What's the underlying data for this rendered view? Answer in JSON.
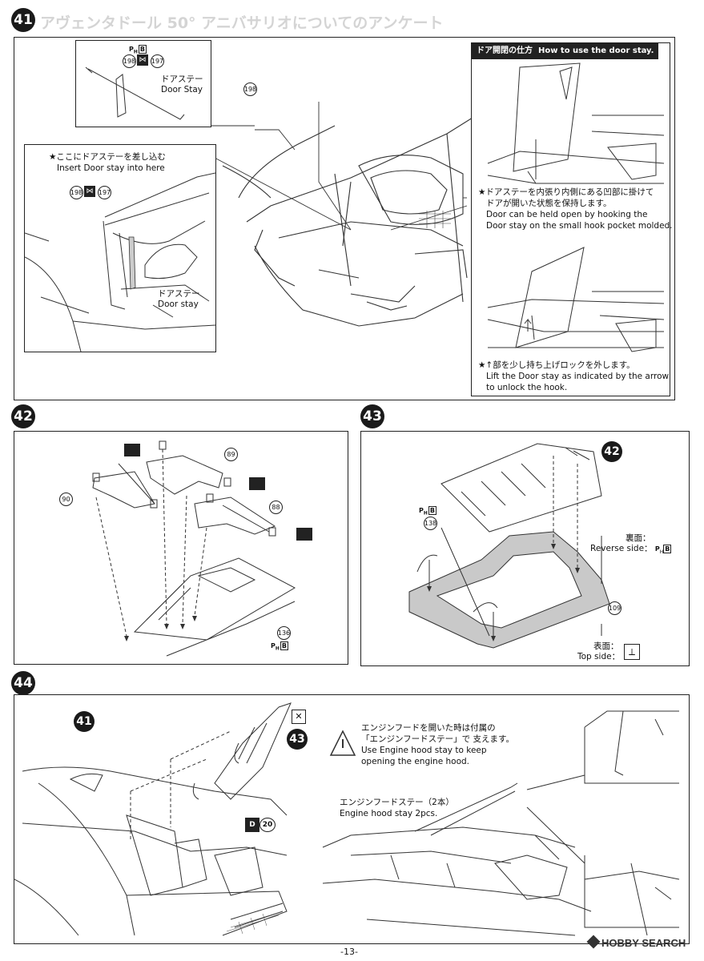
{
  "header": {
    "ghost_title": "アヴェンタドール 50° アニバサリオについてのアンケート"
  },
  "steps": {
    "s41": "41",
    "s42": "42",
    "s43": "43",
    "s44": "44"
  },
  "step41": {
    "inset1": {
      "label_jp": "ドアステー",
      "label_en": "Door Stay",
      "part_a": "198",
      "part_b": "197",
      "pb_label": "P",
      "pb_sub": "H",
      "pb_box": "B"
    },
    "inset2": {
      "title_jp": "★ここにドアステーを差し込む",
      "title_en": "Insert Door stay into here",
      "part_a": "198",
      "part_b": "197",
      "label_jp": "ドアステー",
      "label_en": "Door stay"
    },
    "main": {
      "part": "198"
    },
    "howto": {
      "header_jp": "ドア開閉の仕方",
      "header_en": "How to use the door stay.",
      "note1_jp_1": "★ドアステーを内張り内側にある凹部に掛けて",
      "note1_jp_2": "ドアが開いた状態を保持します。",
      "note1_en_1": "Door can be held open by hooking the",
      "note1_en_2": "Door stay on the small hook pocket molded.",
      "note2_jp": "★↑部を少し持ち上げロックを外します。",
      "note2_en_1": "Lift the Door stay as indicated by the arrow",
      "note2_en_2": "to unlock the hook."
    }
  },
  "step42": {
    "p89": "89",
    "p90": "90",
    "p88": "88",
    "p136": "136",
    "pb_label": "P",
    "pb_sub": "H",
    "pb_box": "B"
  },
  "step43": {
    "ref": "42",
    "p138": "138",
    "p109": "109",
    "pb_label": "P",
    "pb_sub": "H",
    "pb_box": "B",
    "reverse_jp": "裏面：",
    "reverse_en": "Reverse side：",
    "top_jp": "表面：",
    "top_en": "Top side："
  },
  "step44": {
    "ref41": "41",
    "ref43": "43",
    "d_letter": "D",
    "d_num": "20",
    "warn_jp_1": "エンジンフードを開いた時は付属の",
    "warn_jp_2": "「エンジンフードステー」で 支えます。",
    "warn_en_1": "Use Engine hood stay to keep",
    "warn_en_2": "opening the engine hood.",
    "stay_jp": "エンジンフードステー（2本）",
    "stay_en": "Engine hood stay 2pcs."
  },
  "footer": {
    "page": "-13-",
    "watermark": "HOBBY SEARCH"
  }
}
